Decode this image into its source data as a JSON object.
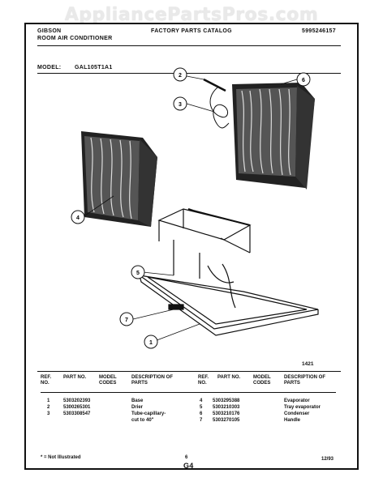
{
  "watermark": "AppliancePartsPros.com",
  "header": {
    "brand": "GIBSON",
    "product": "ROOM AIR CONDITIONER",
    "catalog": "FACTORY PARTS CATALOG",
    "catalog_number": "5995246157",
    "model_label": "MODEL:",
    "model_value": "GAL105T1A1"
  },
  "diagram": {
    "callouts": [
      "1",
      "2",
      "3",
      "4",
      "5",
      "6",
      "7"
    ],
    "figure_number": "1421"
  },
  "table": {
    "headers": {
      "ref": "REF. NO.",
      "part": "PART NO.",
      "model": "MODEL CODES",
      "desc": "DESCRIPTION OF PARTS"
    },
    "left_rows": [
      {
        "ref": "1",
        "part": "5303202393",
        "desc": "Base"
      },
      {
        "ref": "2",
        "part": "5300265301",
        "desc": "Drier"
      },
      {
        "ref": "3",
        "part": "5303308547",
        "desc": "Tube-capillary-",
        "desc2": "cut to 40\""
      }
    ],
    "right_rows": [
      {
        "ref": "4",
        "part": "5303295388",
        "desc": "Evaporator"
      },
      {
        "ref": "5",
        "part": "5303210303",
        "desc": "Tray evaporator"
      },
      {
        "ref": "6",
        "part": "5303210176",
        "desc": "Condenser"
      },
      {
        "ref": "7",
        "part": "5303270105",
        "desc": "Handle"
      }
    ]
  },
  "footer": {
    "note": "* = Not Illustrated",
    "page": "6",
    "section": "G4",
    "date": "12/93"
  }
}
